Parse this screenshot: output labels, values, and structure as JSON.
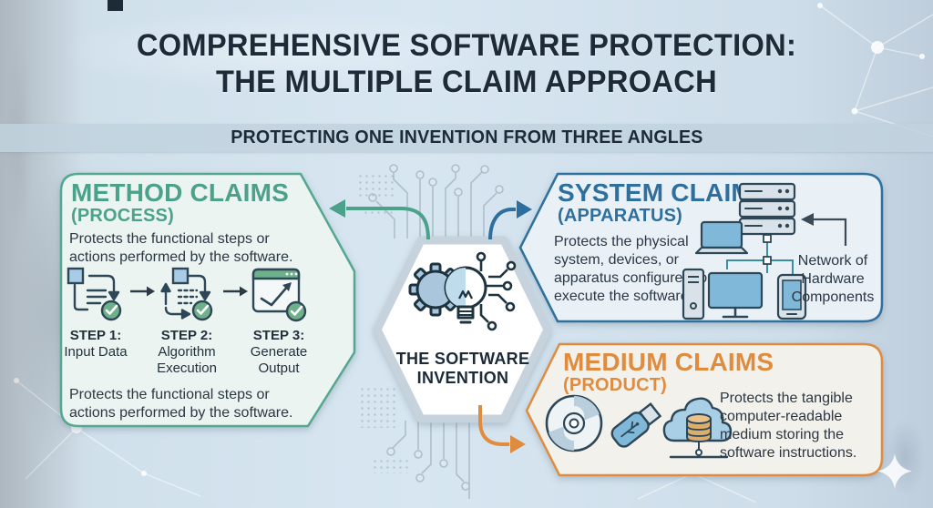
{
  "title": {
    "line1": "COMPREHENSIVE SOFTWARE PROTECTION:",
    "line2": "THE MULTIPLE CLAIM APPROACH"
  },
  "banner": {
    "text": "PROTECTING ONE INVENTION FROM THREE ANGLES"
  },
  "center_hexagon": {
    "label_line1": "THE SOFTWARE",
    "label_line2": "INVENTION",
    "icon": "gear-lightbulb-circuit-icon"
  },
  "method_claims": {
    "heading": "METHOD CLAIMS",
    "subheading": "(PROCESS)",
    "description": "Protects the functional steps or actions performed by the software.",
    "steps": [
      {
        "label": "STEP 1:",
        "caption": "Input Data",
        "icon": "input-data-flow-icon"
      },
      {
        "label": "STEP 2:",
        "caption": "Algorithm Execution",
        "icon": "algorithm-loop-icon"
      },
      {
        "label": "STEP 3:",
        "caption": "Generate Output",
        "icon": "output-window-check-icon"
      }
    ],
    "footer": "Protects the functional steps or actions performed by the software.",
    "accent_color": "#4ca18a"
  },
  "system_claims": {
    "heading": "SYSTEM CLAIMS",
    "subheading": "(APPARATUS)",
    "description": "Protects the physical system, devices, or apparatus configured to execute the software.",
    "callout": "Network of Hardware Components",
    "icon": "hardware-network-icon",
    "accent_color": "#2e6f9e"
  },
  "medium_claims": {
    "heading": "MEDIUM CLAIMS",
    "subheading": "(PRODUCT)",
    "description": "Protects the tangible computer-readable medium storing the software instructions.",
    "icons": [
      "cd-disc-icon",
      "usb-drive-icon",
      "cloud-storage-icon"
    ],
    "accent_color": "#df8c3f"
  }
}
